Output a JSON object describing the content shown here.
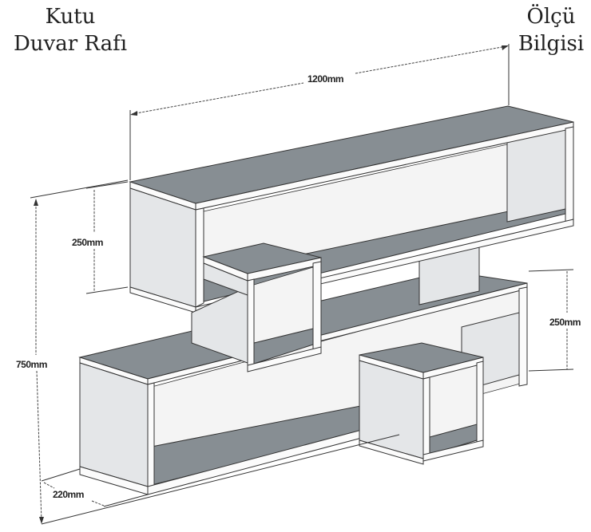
{
  "title_left": {
    "line1": "Kutu",
    "line2": "Duvar Rafı"
  },
  "title_right": {
    "line1": "Ölçü",
    "line2": "Bilgisi"
  },
  "dimensions": {
    "width": "1200mm",
    "upper_height": "250mm",
    "total_height": "750mm",
    "lower_height": "250mm",
    "depth": "220mm"
  },
  "colors": {
    "shelf_top": "#878e93",
    "panel_side": "#e4e6e8",
    "edge": "#fbfbfb"
  }
}
